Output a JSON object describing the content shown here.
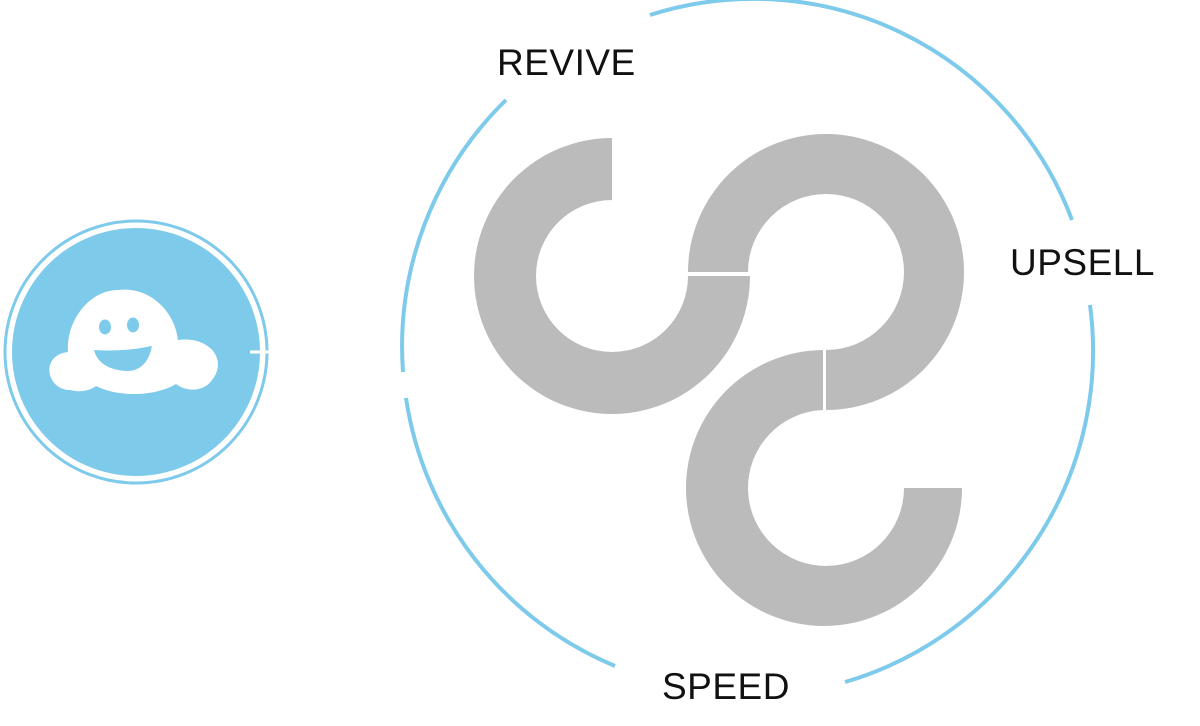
{
  "diagram": {
    "labels": {
      "revive": "REVIVE",
      "upsell": "UPSELL",
      "speed": "SPEED"
    }
  },
  "colors": {
    "accent_blue": "#7ECAEB",
    "shape_gray": "#BBBBBB",
    "text": "#111111",
    "background": "#FFFFFF"
  },
  "icons": {
    "logo": "smiling-cloud-icon",
    "center": "interlocking-s-arcs"
  }
}
